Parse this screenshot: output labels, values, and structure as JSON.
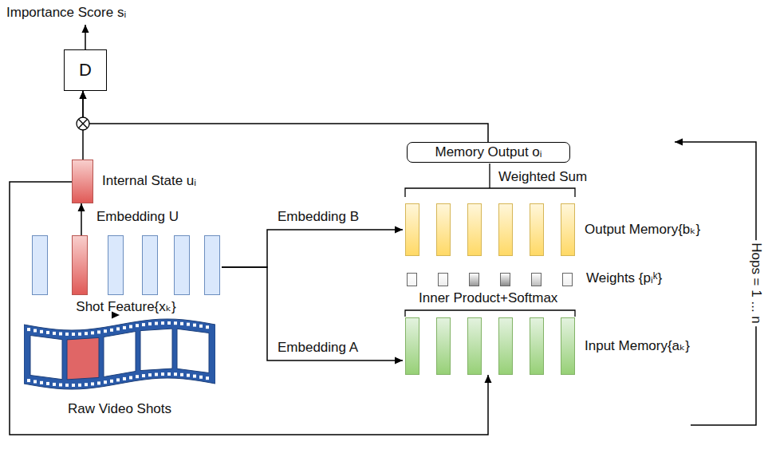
{
  "diagram": {
    "nodes": [
      {
        "text": [
          "D"
        ]
      },
      {
        "text": [
          "Memory Output oᵢ"
        ]
      },
      {
        "text": [
          "Output Memory{bₖ}"
        ]
      },
      {
        "text": [
          "Weights {pᵢᵏ}"
        ]
      },
      {
        "text": [
          "Input Memory{aₖ}"
        ]
      },
      {
        "text": [
          "Internal State uᵢ"
        ]
      },
      {
        "text": [
          "Shot Feature{xₖ}"
        ]
      },
      {
        "text": [
          "Raw Video Shots"
        ]
      }
    ],
    "edges": [
      {
        "from": 7,
        "to": 6,
        "arrow": "to"
      },
      {
        "from": 6,
        "to": 5,
        "arrow": "to",
        "label": "Embedding U"
      },
      {
        "from": 6,
        "to": 2,
        "arrow": "to",
        "label": "Embedding B"
      },
      {
        "from": 6,
        "to": 4,
        "arrow": "to",
        "label": "Embedding A"
      },
      {
        "from": 5,
        "to": 4,
        "arrow": "to"
      },
      {
        "from": 5,
        "to": 0,
        "arrow": "to"
      },
      {
        "from": 1,
        "to": 0,
        "arrow": "to"
      }
    ],
    "labels": [
      "Importance Score sᵢ",
      "Weighted Sum",
      "Inner Product+Softmax",
      "Hops = 1 ... n"
    ]
  }
}
